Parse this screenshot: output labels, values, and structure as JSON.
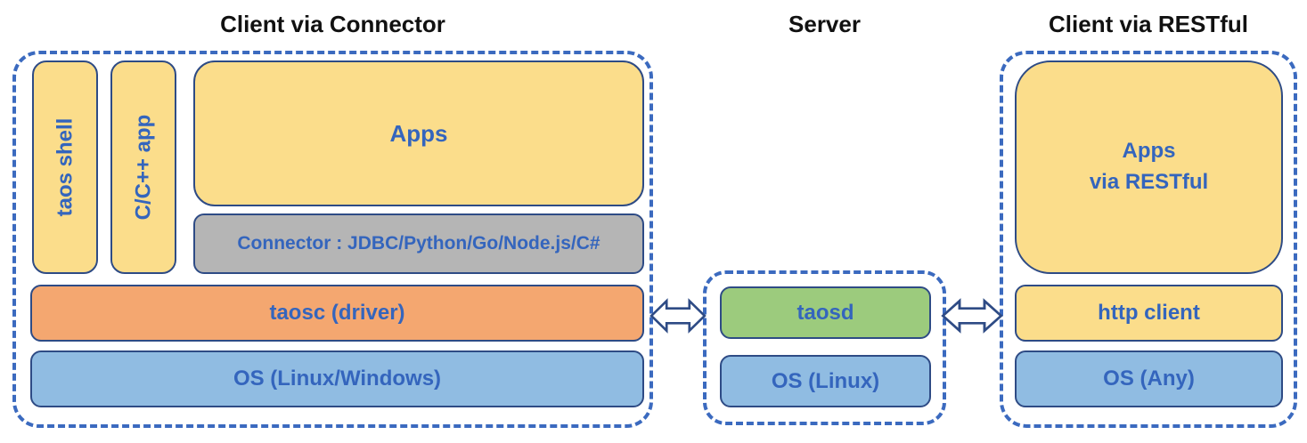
{
  "titles": {
    "client_connector": "Client via Connector",
    "server": "Server",
    "client_restful": "Client via RESTful"
  },
  "client_connector": {
    "taos_shell": "taos shell",
    "cpp_app": "C/C++ app",
    "apps": "Apps",
    "connector": "Connector : JDBC/Python/Go/Node.js/C#",
    "taosc": "taosc (driver)",
    "os": "OS (Linux/Windows)"
  },
  "server": {
    "taosd": "taosd",
    "os": "OS (Linux)"
  },
  "client_restful": {
    "apps": "Apps\nvia RESTful",
    "http_client": "http client",
    "os": "OS (Any)"
  },
  "icons": {
    "left_arrow": "bidirectional-arrow",
    "right_arrow": "bidirectional-arrow"
  },
  "colors": {
    "box_yellow": "#FBDD8B",
    "box_orange": "#F4A770",
    "box_blue": "#90BCE2",
    "box_green": "#9CCB7D",
    "box_gray": "#B5B5B5",
    "box_border": "#2E4B85",
    "label_blue": "#3465BD",
    "dashed_border_blue": "#3B6ABF",
    "title_black": "#111111"
  }
}
